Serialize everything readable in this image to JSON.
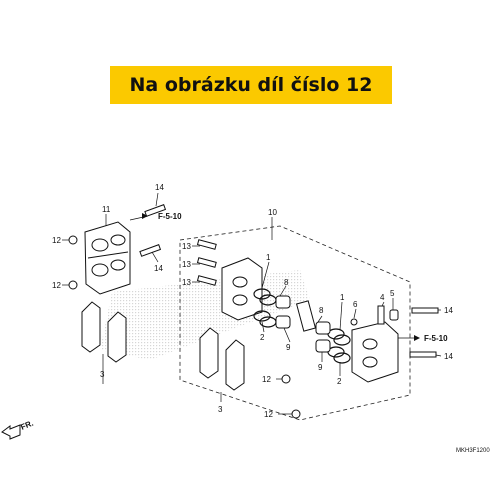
{
  "banner": {
    "text": "Na obrázku díl číslo 12",
    "color": "#fbc900"
  },
  "diagram": {
    "callouts": {
      "c1a": "1",
      "c1b": "1",
      "c2a": "2",
      "c2b": "2",
      "c3a": "3",
      "c3b": "3",
      "c4": "4",
      "c5": "5",
      "c6": "6",
      "c8a": "8",
      "c8b": "8",
      "c9a": "9",
      "c9b": "9",
      "c10": "10",
      "c11": "11",
      "c12a": "12",
      "c12b": "12",
      "c12c": "12",
      "c12d": "12",
      "c13a": "13",
      "c13b": "13",
      "c13c": "13",
      "c14a": "14",
      "c14b": "14",
      "c14c": "14",
      "c14d": "14"
    },
    "refs": {
      "r1": "F-5-10",
      "r2": "F-5-10"
    },
    "direction": "FR.",
    "code": "MKH3F1200"
  }
}
